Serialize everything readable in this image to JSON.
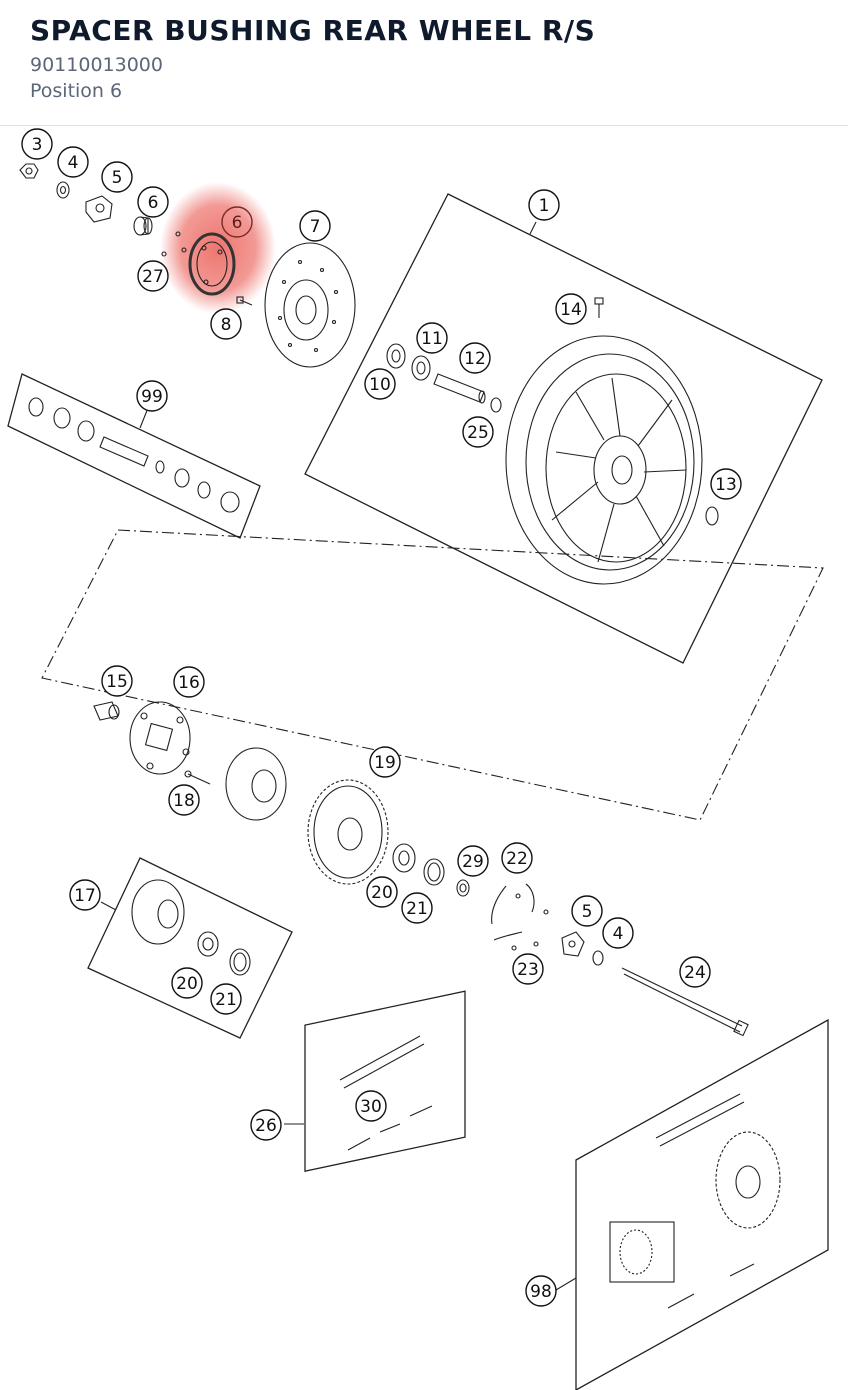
{
  "header": {
    "title": "SPACER BUSHING REAR WHEEL R/S",
    "part_number": "90110013000",
    "position": "Position 6"
  },
  "diagram": {
    "highlight_color": "#e8473f",
    "callouts": [
      {
        "label": "3"
      },
      {
        "label": "4"
      },
      {
        "label": "5"
      },
      {
        "label": "6"
      },
      {
        "label": "6",
        "highlighted": true
      },
      {
        "label": "7"
      },
      {
        "label": "27"
      },
      {
        "label": "8"
      },
      {
        "label": "1"
      },
      {
        "label": "14"
      },
      {
        "label": "11"
      },
      {
        "label": "12"
      },
      {
        "label": "10"
      },
      {
        "label": "25"
      },
      {
        "label": "99"
      },
      {
        "label": "13"
      },
      {
        "label": "15"
      },
      {
        "label": "16"
      },
      {
        "label": "18"
      },
      {
        "label": "19"
      },
      {
        "label": "29"
      },
      {
        "label": "22"
      },
      {
        "label": "20"
      },
      {
        "label": "21"
      },
      {
        "label": "17"
      },
      {
        "label": "5"
      },
      {
        "label": "4"
      },
      {
        "label": "23"
      },
      {
        "label": "24"
      },
      {
        "label": "20"
      },
      {
        "label": "21"
      },
      {
        "label": "30"
      },
      {
        "label": "26"
      },
      {
        "label": "98"
      }
    ]
  }
}
